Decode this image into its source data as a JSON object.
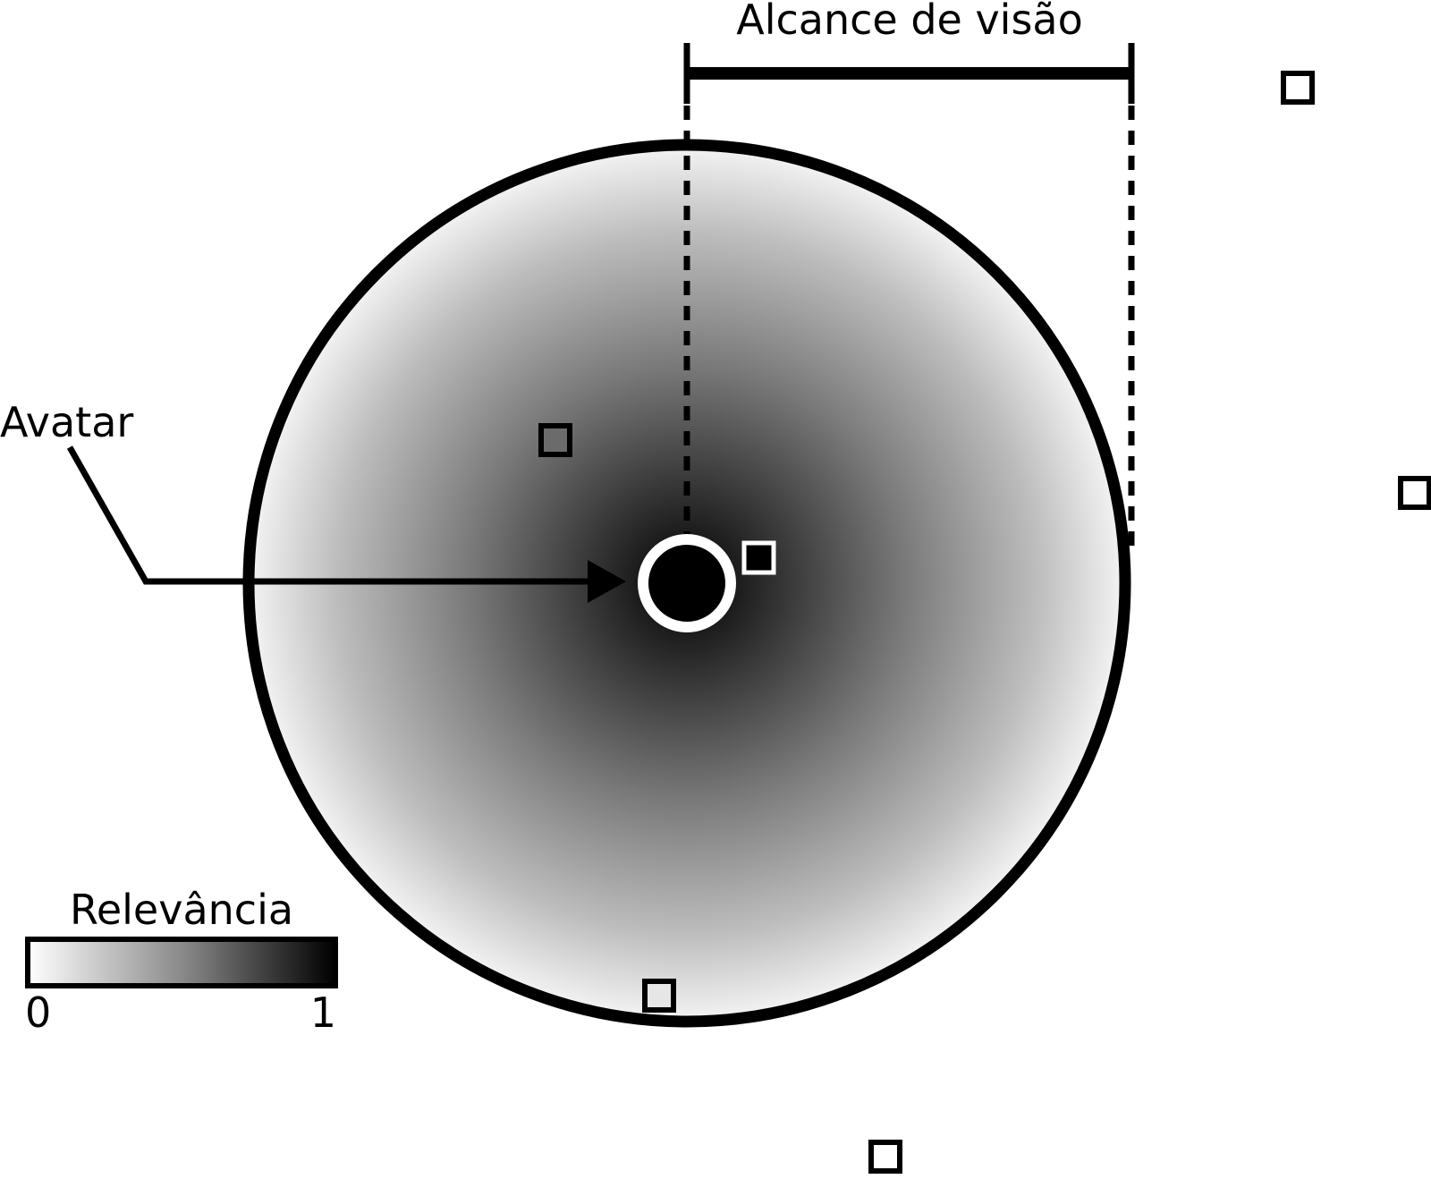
{
  "labels": {
    "vision_range": "Alcance de visão",
    "avatar": "Avatar",
    "legend_title": "Relevância",
    "legend_min": "0",
    "legend_max": "1"
  },
  "colors": {
    "relevance_high": "#000000",
    "relevance_low": "#ffffff",
    "stroke": "#000000"
  },
  "objects": [
    {
      "name": "object-upper-left",
      "relevance": 0.55
    },
    {
      "name": "object-near-avatar",
      "relevance": 1.0
    },
    {
      "name": "object-bottom-edge",
      "relevance": 0.12
    },
    {
      "name": "object-outside-top-right",
      "relevance": 0
    },
    {
      "name": "object-outside-right",
      "relevance": 0
    },
    {
      "name": "object-outside-bottom",
      "relevance": 0
    }
  ]
}
